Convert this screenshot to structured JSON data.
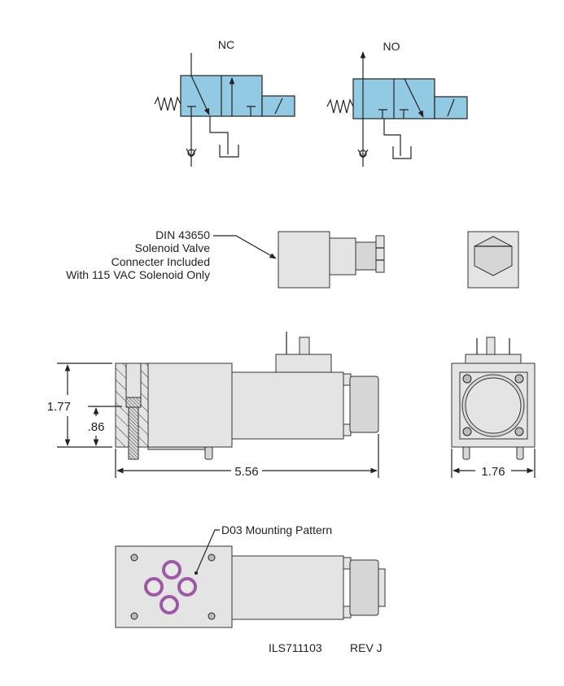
{
  "symbols": {
    "nc_label": "NC",
    "no_label": "NO"
  },
  "connector_note": {
    "lines": [
      "DIN 43650",
      "Solenoid Valve",
      "Connecter Included",
      "With 115 VAC Solenoid Only"
    ]
  },
  "dimensions": {
    "height": "1.77",
    "mount_height": ".86",
    "length": "5.56",
    "width": "1.76"
  },
  "mounting_note": "D03 Mounting Pattern",
  "footer": {
    "part_number": "ILS711103",
    "revision": "REV J"
  },
  "colors": {
    "symbol_fill": "#92c9e3",
    "port_ring": "#9b5aa3"
  }
}
